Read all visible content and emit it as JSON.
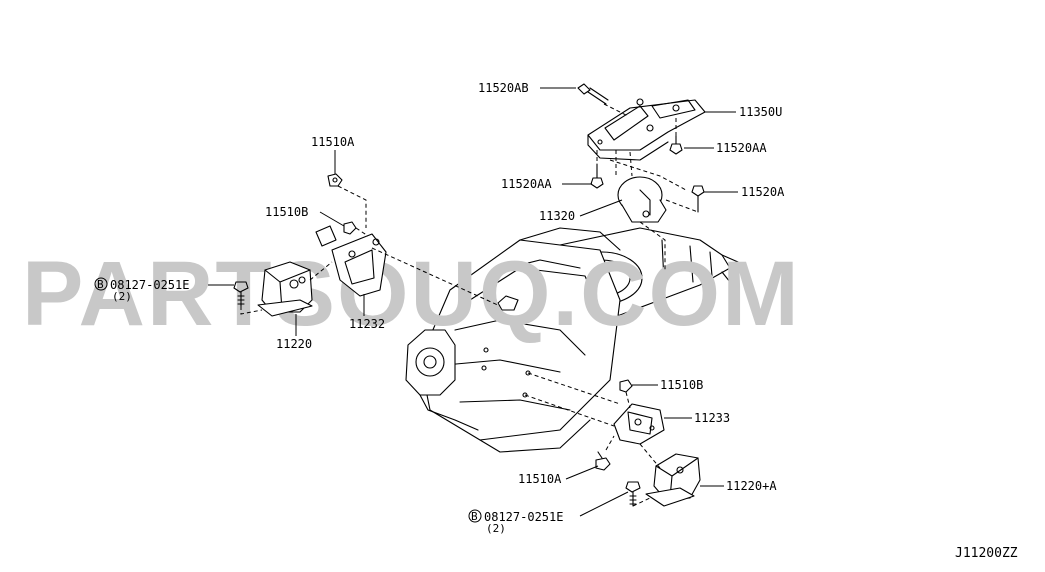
{
  "watermark": "PARTSOUQ.COM",
  "diagram_code": "J11200ZZ",
  "labels": {
    "p11520AB": "11520AB",
    "p11350U": "11350U",
    "p11520AA_top": "11520AA",
    "p11510A_top": "11510A",
    "p11520AA_mid": "11520AA",
    "p11520A": "11520A",
    "p11510B_top": "11510B",
    "p11320": "11320",
    "p08127_top": "08127-0251E",
    "p08127_top_qty": "(2)",
    "p11232": "11232",
    "p11220": "11220",
    "p11510B_bottom": "11510B",
    "p11233": "11233",
    "p11510A_bottom": "11510A",
    "p11220A": "11220+A",
    "p08127_bottom": "08127-0251E",
    "p08127_bottom_qty": "(2)",
    "bolt_marker": "B"
  },
  "colors": {
    "watermark": "#c8c8c8",
    "ink": "#000000",
    "background": "#ffffff"
  }
}
